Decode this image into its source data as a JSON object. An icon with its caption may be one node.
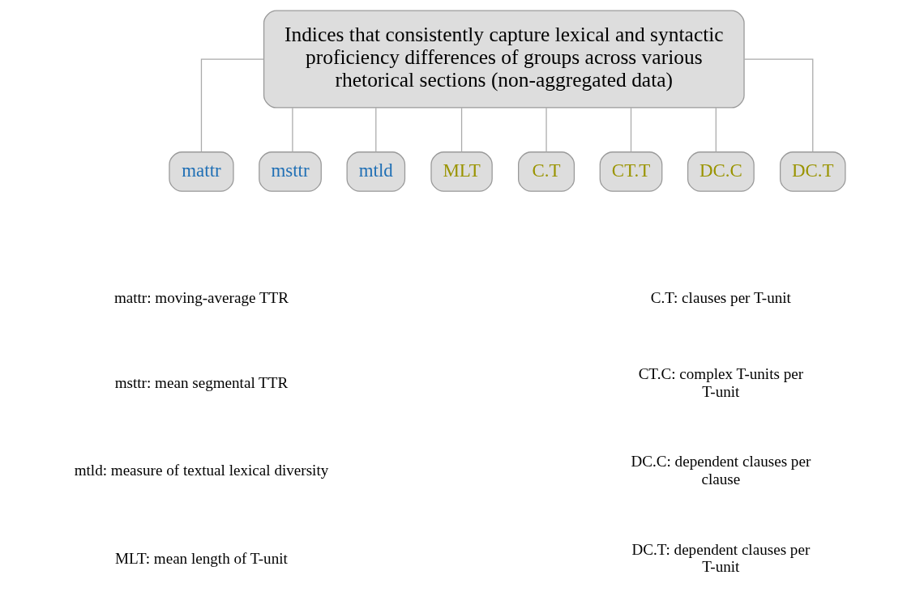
{
  "diagram": {
    "nodes": [
      {
        "text": [
          "Indices that consistently capture lexical and syntactic proficiency differences of groups across various rhetorical sections (non-aggregated data)"
        ]
      },
      {
        "text": [
          "mattr"
        ]
      },
      {
        "text": [
          "msttr"
        ]
      },
      {
        "text": [
          "mtld"
        ]
      },
      {
        "text": [
          "MLT"
        ]
      },
      {
        "text": [
          "C.T"
        ]
      },
      {
        "text": [
          "CT.T"
        ]
      },
      {
        "text": [
          "DC.C"
        ]
      },
      {
        "text": [
          "DC.T"
        ]
      }
    ],
    "edges": [
      {
        "from": 0,
        "to": 1,
        "arrow": "none"
      },
      {
        "from": 0,
        "to": 2,
        "arrow": "none"
      },
      {
        "from": 0,
        "to": 3,
        "arrow": "none"
      },
      {
        "from": 0,
        "to": 4,
        "arrow": "none"
      },
      {
        "from": 0,
        "to": 5,
        "arrow": "none"
      },
      {
        "from": 0,
        "to": 6,
        "arrow": "none"
      },
      {
        "from": 0,
        "to": 7,
        "arrow": "none"
      },
      {
        "from": 0,
        "to": 8,
        "arrow": "none"
      }
    ],
    "labels": [
      "mattr: moving-average TTR",
      "msttr: mean segmental TTR",
      "mtld: measure of textual lexical diversity",
      "MLT: mean length of T-unit",
      "C.T: clauses per T-unit",
      "CT.C: complex T-units per T-unit",
      "DC.C: dependent clauses per clause",
      "DC.T: dependent clauses per T-unit"
    ]
  }
}
